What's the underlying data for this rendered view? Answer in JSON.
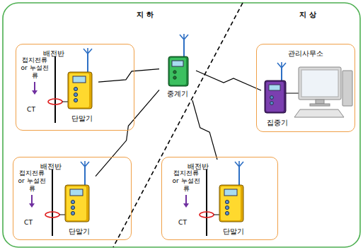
{
  "diagram": {
    "nodes": [
      {
        "text": [
          "배전반"
        ]
      },
      {
        "text": [
          "단말기"
        ],
        "in": 0
      },
      {
        "text": [
          "중계기"
        ]
      },
      {
        "text": [
          "관리사무소"
        ]
      },
      {
        "text": [
          "집중기"
        ],
        "in": 3
      },
      {
        "text": [
          "배전반"
        ]
      },
      {
        "text": [
          "단말기"
        ],
        "in": 5
      },
      {
        "text": [
          "배전반"
        ]
      },
      {
        "text": [
          "단말기"
        ],
        "in": 7
      }
    ],
    "edges": [
      {
        "from": 1,
        "to": 2,
        "arrow": "none"
      },
      {
        "from": 2,
        "to": 4,
        "arrow": "none"
      },
      {
        "from": 6,
        "to": 2,
        "arrow": "none"
      },
      {
        "from": 8,
        "to": 2,
        "arrow": "none"
      }
    ],
    "labels": [
      "지 하",
      "지 상",
      "접지전류 or 누설전류",
      "CT",
      "접지전류 or 누설전류",
      "CT",
      "접지전류 or 누설전류",
      "CT"
    ]
  }
}
